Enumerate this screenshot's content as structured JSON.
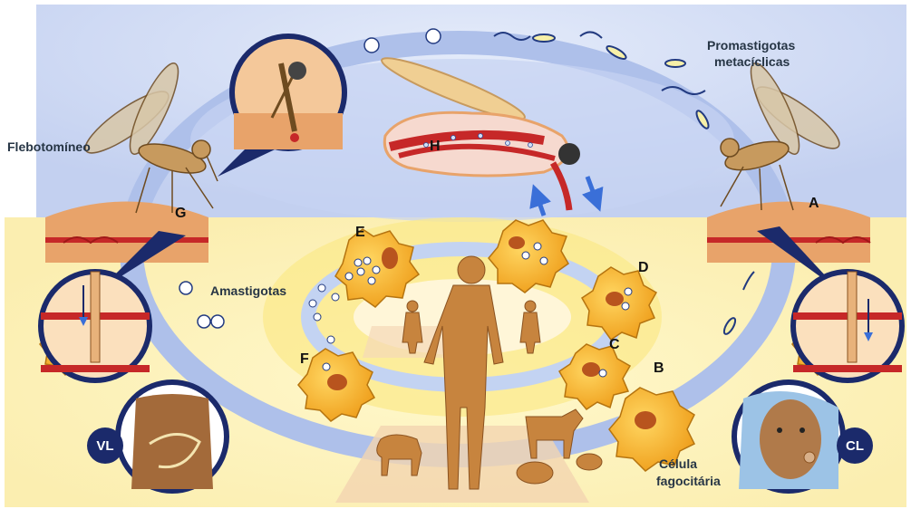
{
  "labels": {
    "flebotomineo": "Flebotomíneo",
    "promastigotas_line1": "Promastigotas",
    "promastigotas_line2": "metacíclicas",
    "amastigotas": "Amastigotas",
    "celula_line1": "Célula",
    "celula_line2": "fagocitária"
  },
  "stages": {
    "a": "A",
    "b": "B",
    "c": "C",
    "d": "D",
    "e": "E",
    "f": "F",
    "g": "G",
    "h": "H"
  },
  "badges": {
    "vl": "VL",
    "cl": "CL"
  },
  "colors": {
    "sky": "#cfd9f3",
    "arrow_ring": "#a9bce8",
    "skin": "#e8a36a",
    "blood": "#c62828",
    "human_zone": "#fbf2b8",
    "cell": "#f5b731",
    "nucleus": "#b8541e",
    "badge": "#1b2a6b"
  }
}
